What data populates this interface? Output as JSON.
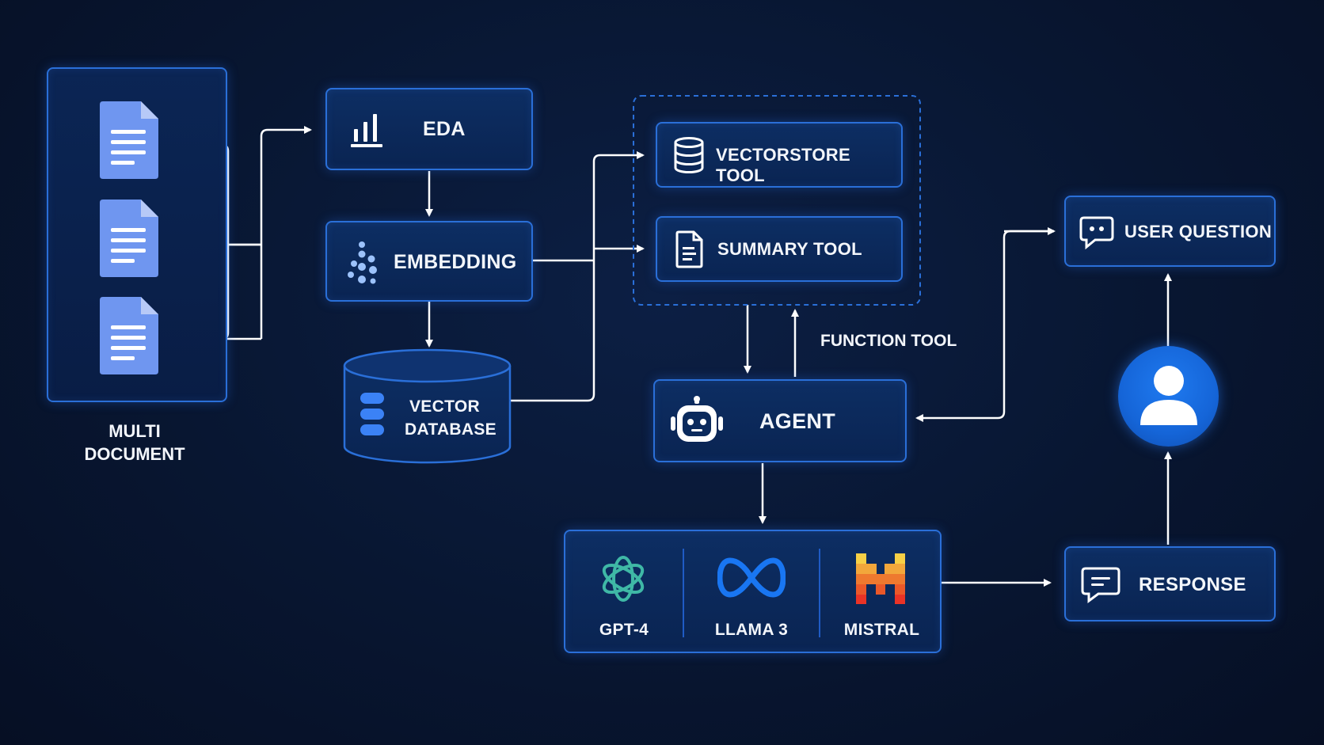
{
  "nodes": {
    "multi_document": "MULTI\nDOCUMENT",
    "eda": "EDA",
    "embedding": "EMBEDDING",
    "vector_database_line1": "VECTOR",
    "vector_database_line2": "DATABASE",
    "vectorstore_tool": "VECTORSTORE TOOL",
    "summary_tool": "SUMMARY TOOL",
    "function_tool": "FUNCTION TOOL",
    "agent": "AGENT",
    "user_question": "USER QUESTION",
    "response": "RESPONSE"
  },
  "models": [
    {
      "label": "GPT-4",
      "icon": "openai-icon"
    },
    {
      "label": "LLAMA 3",
      "icon": "meta-icon"
    },
    {
      "label": "MISTRAL",
      "icon": "mistral-icon"
    }
  ],
  "colors": {
    "border": "#2a6fd8",
    "accent": "#3b82f6",
    "doc_icon": "#6f96f0",
    "user_circle": "#1565d8"
  }
}
